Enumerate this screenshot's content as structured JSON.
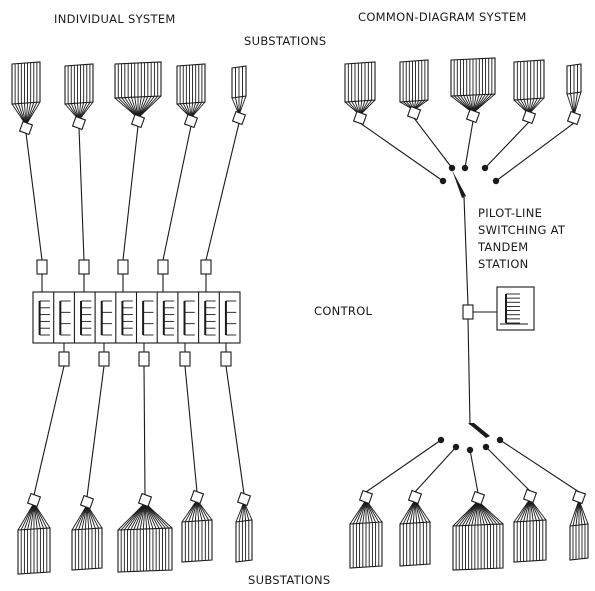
{
  "labels": {
    "individual_system": "INDIVIDUAL SYSTEM",
    "common_diagram_system": "COMMON-DIAGRAM SYSTEM",
    "substations_top": "SUBSTATIONS",
    "substations_bottom": "SUBSTATIONS",
    "control": "CONTROL",
    "pilot_line": [
      "PILOT-LINE",
      "SWITCHING AT",
      "TANDEM",
      "STATION"
    ]
  }
}
